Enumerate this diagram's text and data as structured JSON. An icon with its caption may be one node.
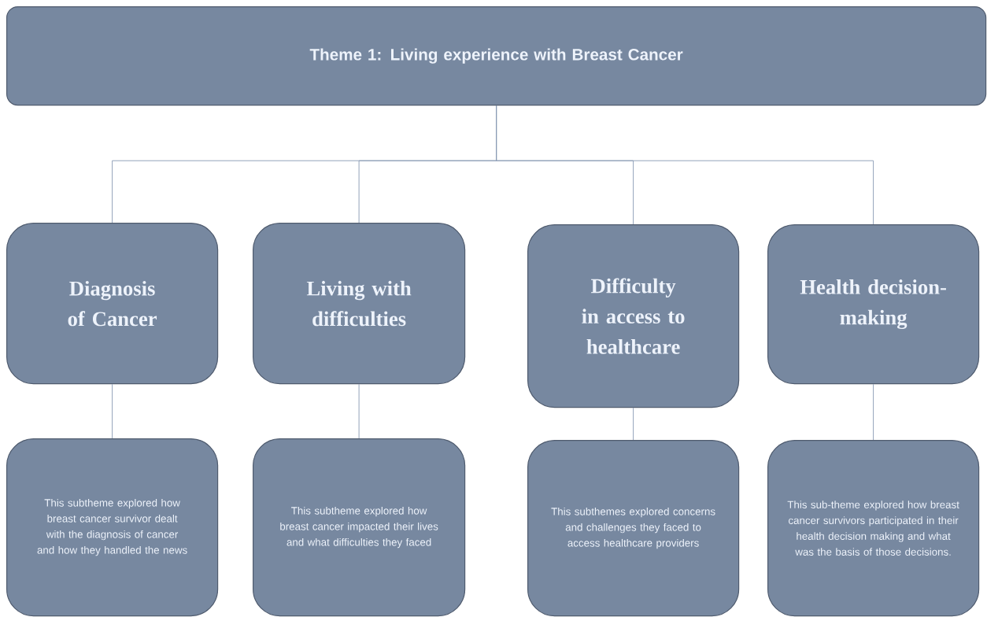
{
  "diagram": {
    "nodes": [
      {
        "text": [
          "Theme 1: Living experience with Breast Cancer"
        ]
      },
      {
        "text": [
          "Diagnosis of Cancer"
        ]
      },
      {
        "text": [
          "Living with difficulties"
        ]
      },
      {
        "text": [
          "Difficulty in access to healthcare"
        ]
      },
      {
        "text": [
          "Health decision-making"
        ]
      },
      {
        "text": [
          "This subtheme explored how breast cancer survivor dealt with the diagnosis of cancer and how they handled the news"
        ]
      },
      {
        "text": [
          "This subtheme explored how breast cancer impacted their lives  and what difficulties they faced"
        ]
      },
      {
        "text": [
          "This subthemes explored concerns and challenges they faced to access healthcare providers"
        ]
      },
      {
        "text": [
          "This sub-theme explored how breast cancer survivors participated in their health decision making and what was the basis of those decisions."
        ]
      }
    ],
    "edges": [
      {
        "from": 0,
        "to": 1,
        "arrow": "none"
      },
      {
        "from": 0,
        "to": 2,
        "arrow": "none"
      },
      {
        "from": 0,
        "to": 3,
        "arrow": "none"
      },
      {
        "from": 0,
        "to": 4,
        "arrow": "none"
      },
      {
        "from": 1,
        "to": 5,
        "arrow": "none"
      },
      {
        "from": 2,
        "to": 6,
        "arrow": "none"
      },
      {
        "from": 3,
        "to": 7,
        "arrow": "none"
      },
      {
        "from": 4,
        "to": 8,
        "arrow": "none"
      }
    ]
  }
}
